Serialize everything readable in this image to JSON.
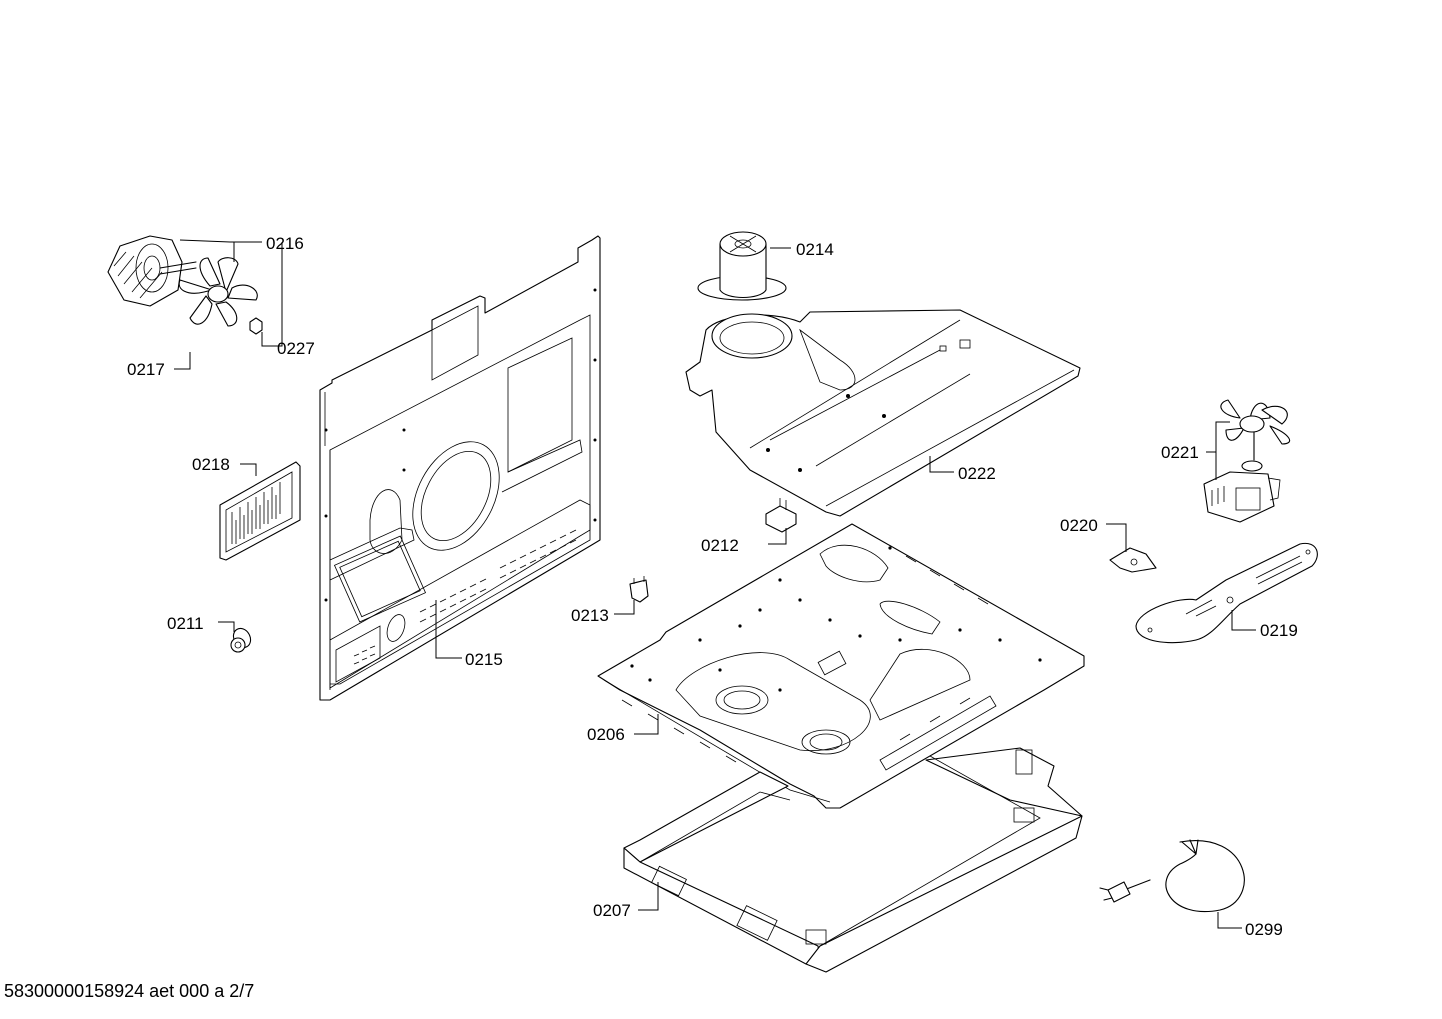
{
  "labels": {
    "p0206": "0206",
    "p0207": "0207",
    "p0211": "0211",
    "p0212": "0212",
    "p0213": "0213",
    "p0214": "0214",
    "p0215": "0215",
    "p0216": "0216",
    "p0217": "0217",
    "p0218": "0218",
    "p0219": "0219",
    "p0220": "0220",
    "p0221": "0221",
    "p0222": "0222",
    "p0227": "0227",
    "p0299": "0299"
  },
  "footer": "58300000158924 aet 000 a 2/7"
}
